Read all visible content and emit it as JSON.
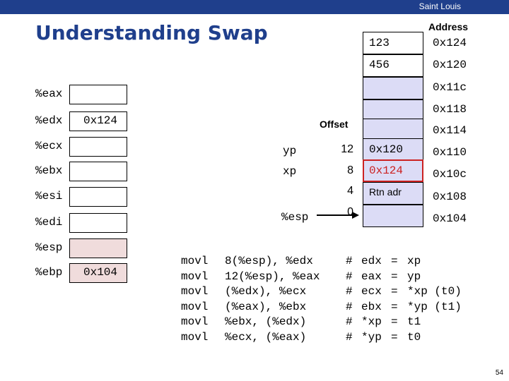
{
  "header": {
    "school": "Saint Louis"
  },
  "slide": {
    "title": "Understanding Swap",
    "page": "54"
  },
  "registers": [
    {
      "name": "%eax",
      "value": ""
    },
    {
      "name": "%edx",
      "value": "0x124"
    },
    {
      "name": "%ecx",
      "value": ""
    },
    {
      "name": "%ebx",
      "value": ""
    },
    {
      "name": "%esi",
      "value": ""
    },
    {
      "name": "%edi",
      "value": ""
    },
    {
      "name": "%esp",
      "value": ""
    },
    {
      "name": "%ebp",
      "value": "0x104"
    }
  ],
  "memory": {
    "address_header": "Address",
    "offset_header": "Offset",
    "cells": [
      {
        "value": "123",
        "address": "0x124",
        "label": "",
        "offset": ""
      },
      {
        "value": "456",
        "address": "0x120",
        "label": "",
        "offset": ""
      },
      {
        "value": "",
        "address": "0x11c",
        "label": "",
        "offset": ""
      },
      {
        "value": "",
        "address": "0x118",
        "label": "",
        "offset": ""
      },
      {
        "value": "",
        "address": "0x114",
        "label": "",
        "offset": ""
      },
      {
        "value": "0x120",
        "address": "0x110",
        "label": "yp",
        "offset": "12"
      },
      {
        "value": "0x124",
        "address": "0x10c",
        "label": "xp",
        "offset": "8"
      },
      {
        "value": "Rtn adr",
        "address": "0x108",
        "label": "",
        "offset": "4"
      },
      {
        "value": "",
        "address": "0x104",
        "label": "%esp",
        "offset": "0"
      }
    ]
  },
  "code": {
    "ops": [
      "movl",
      "movl",
      "movl",
      "movl",
      "movl",
      "movl"
    ],
    "operands": [
      "8(%esp), %edx",
      "12(%esp), %eax",
      "(%edx), %ecx",
      "(%eax), %ebx",
      "%ebx, (%edx)",
      "%ecx, (%eax)"
    ],
    "hash": [
      "#",
      "#",
      "#",
      "#",
      "#",
      "#"
    ],
    "lhs": [
      "edx",
      "eax",
      "ecx",
      "ebx",
      "*xp",
      "*yp"
    ],
    "eq": [
      "=",
      "=",
      "=",
      "=",
      "=",
      "="
    ],
    "rhs": [
      "xp",
      "yp",
      "*xp (t0)",
      "*yp (t1)",
      "t1",
      "t0"
    ]
  },
  "colors": {
    "title": "#1f3f8c",
    "topbar": "#1f3f8c",
    "memory_fill": "#dcdcf6",
    "register_fill": "#f0dcdc",
    "highlight": "#cc2222"
  }
}
